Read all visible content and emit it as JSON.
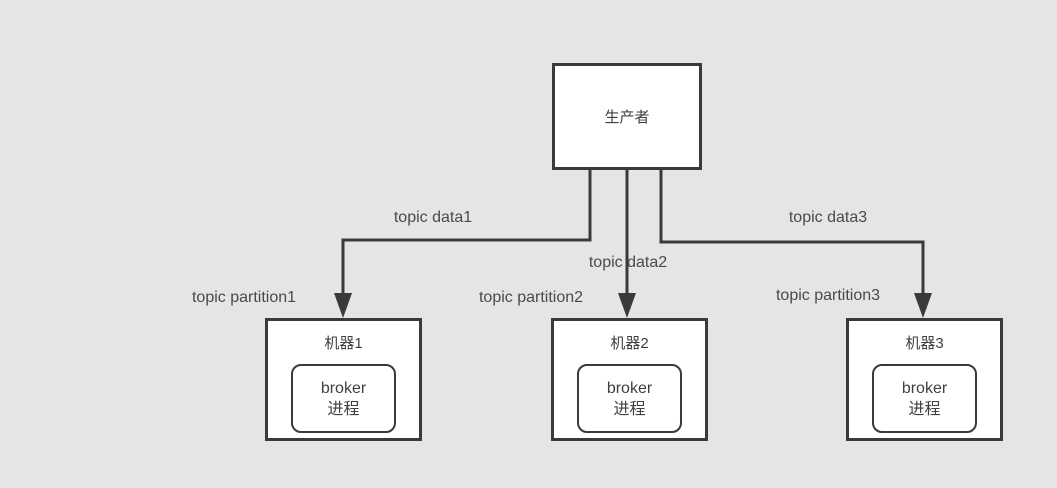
{
  "canvas": {
    "background_color": "#e5e5e5"
  },
  "colors": {
    "line": "#3a3a3a",
    "node_border": "#3a3a3a",
    "node_fill": "#ffffff",
    "text": "#4a4a4a"
  },
  "diagram": {
    "producer": {
      "label": "生产者"
    },
    "edge_labels": [
      "topic data1",
      "topic data2",
      "topic data3"
    ],
    "partition_labels": [
      "topic partition1",
      "topic partition2",
      "topic partition3"
    ],
    "machines": [
      {
        "title": "机器1",
        "broker_line1": "broker",
        "broker_line2": "进程"
      },
      {
        "title": "机器2",
        "broker_line1": "broker",
        "broker_line2": "进程"
      },
      {
        "title": "机器3",
        "broker_line1": "broker",
        "broker_line2": "进程"
      }
    ]
  }
}
